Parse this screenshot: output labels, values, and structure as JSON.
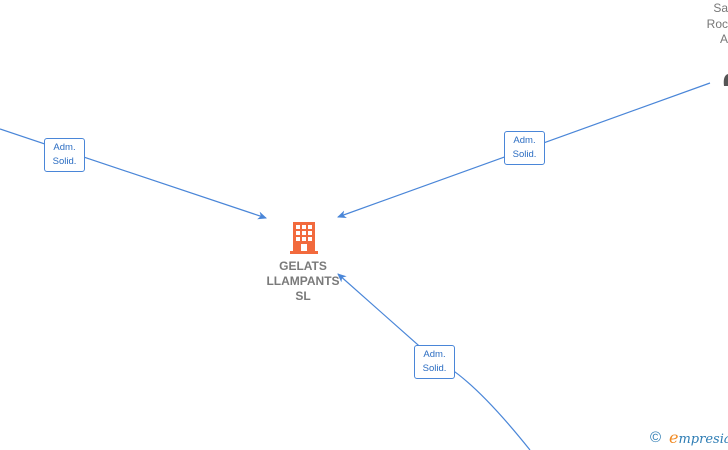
{
  "company": {
    "name_lines": [
      "GELATS",
      "LLAMPANTS",
      "SL"
    ],
    "icon": "building-icon",
    "icon_color": "#f26a3d"
  },
  "person": {
    "name_lines": [
      "Sa",
      "Roc",
      "A"
    ],
    "icon": "person-icon"
  },
  "relations": [
    {
      "id": "left",
      "label_lines": [
        "Adm.",
        "Solid."
      ]
    },
    {
      "id": "top-right",
      "label_lines": [
        "Adm.",
        "Solid."
      ]
    },
    {
      "id": "bottom",
      "label_lines": [
        "Adm.",
        "Solid."
      ]
    }
  ],
  "colors": {
    "edge": "#4a86d8",
    "label_text": "#2a6cc2",
    "node_text": "#7a7a7a",
    "brand": "#2e7db4",
    "brand_accent": "#f08a24"
  },
  "brand": {
    "copyright": "©",
    "logo_initial": "e",
    "logo_rest": "mpresia"
  }
}
